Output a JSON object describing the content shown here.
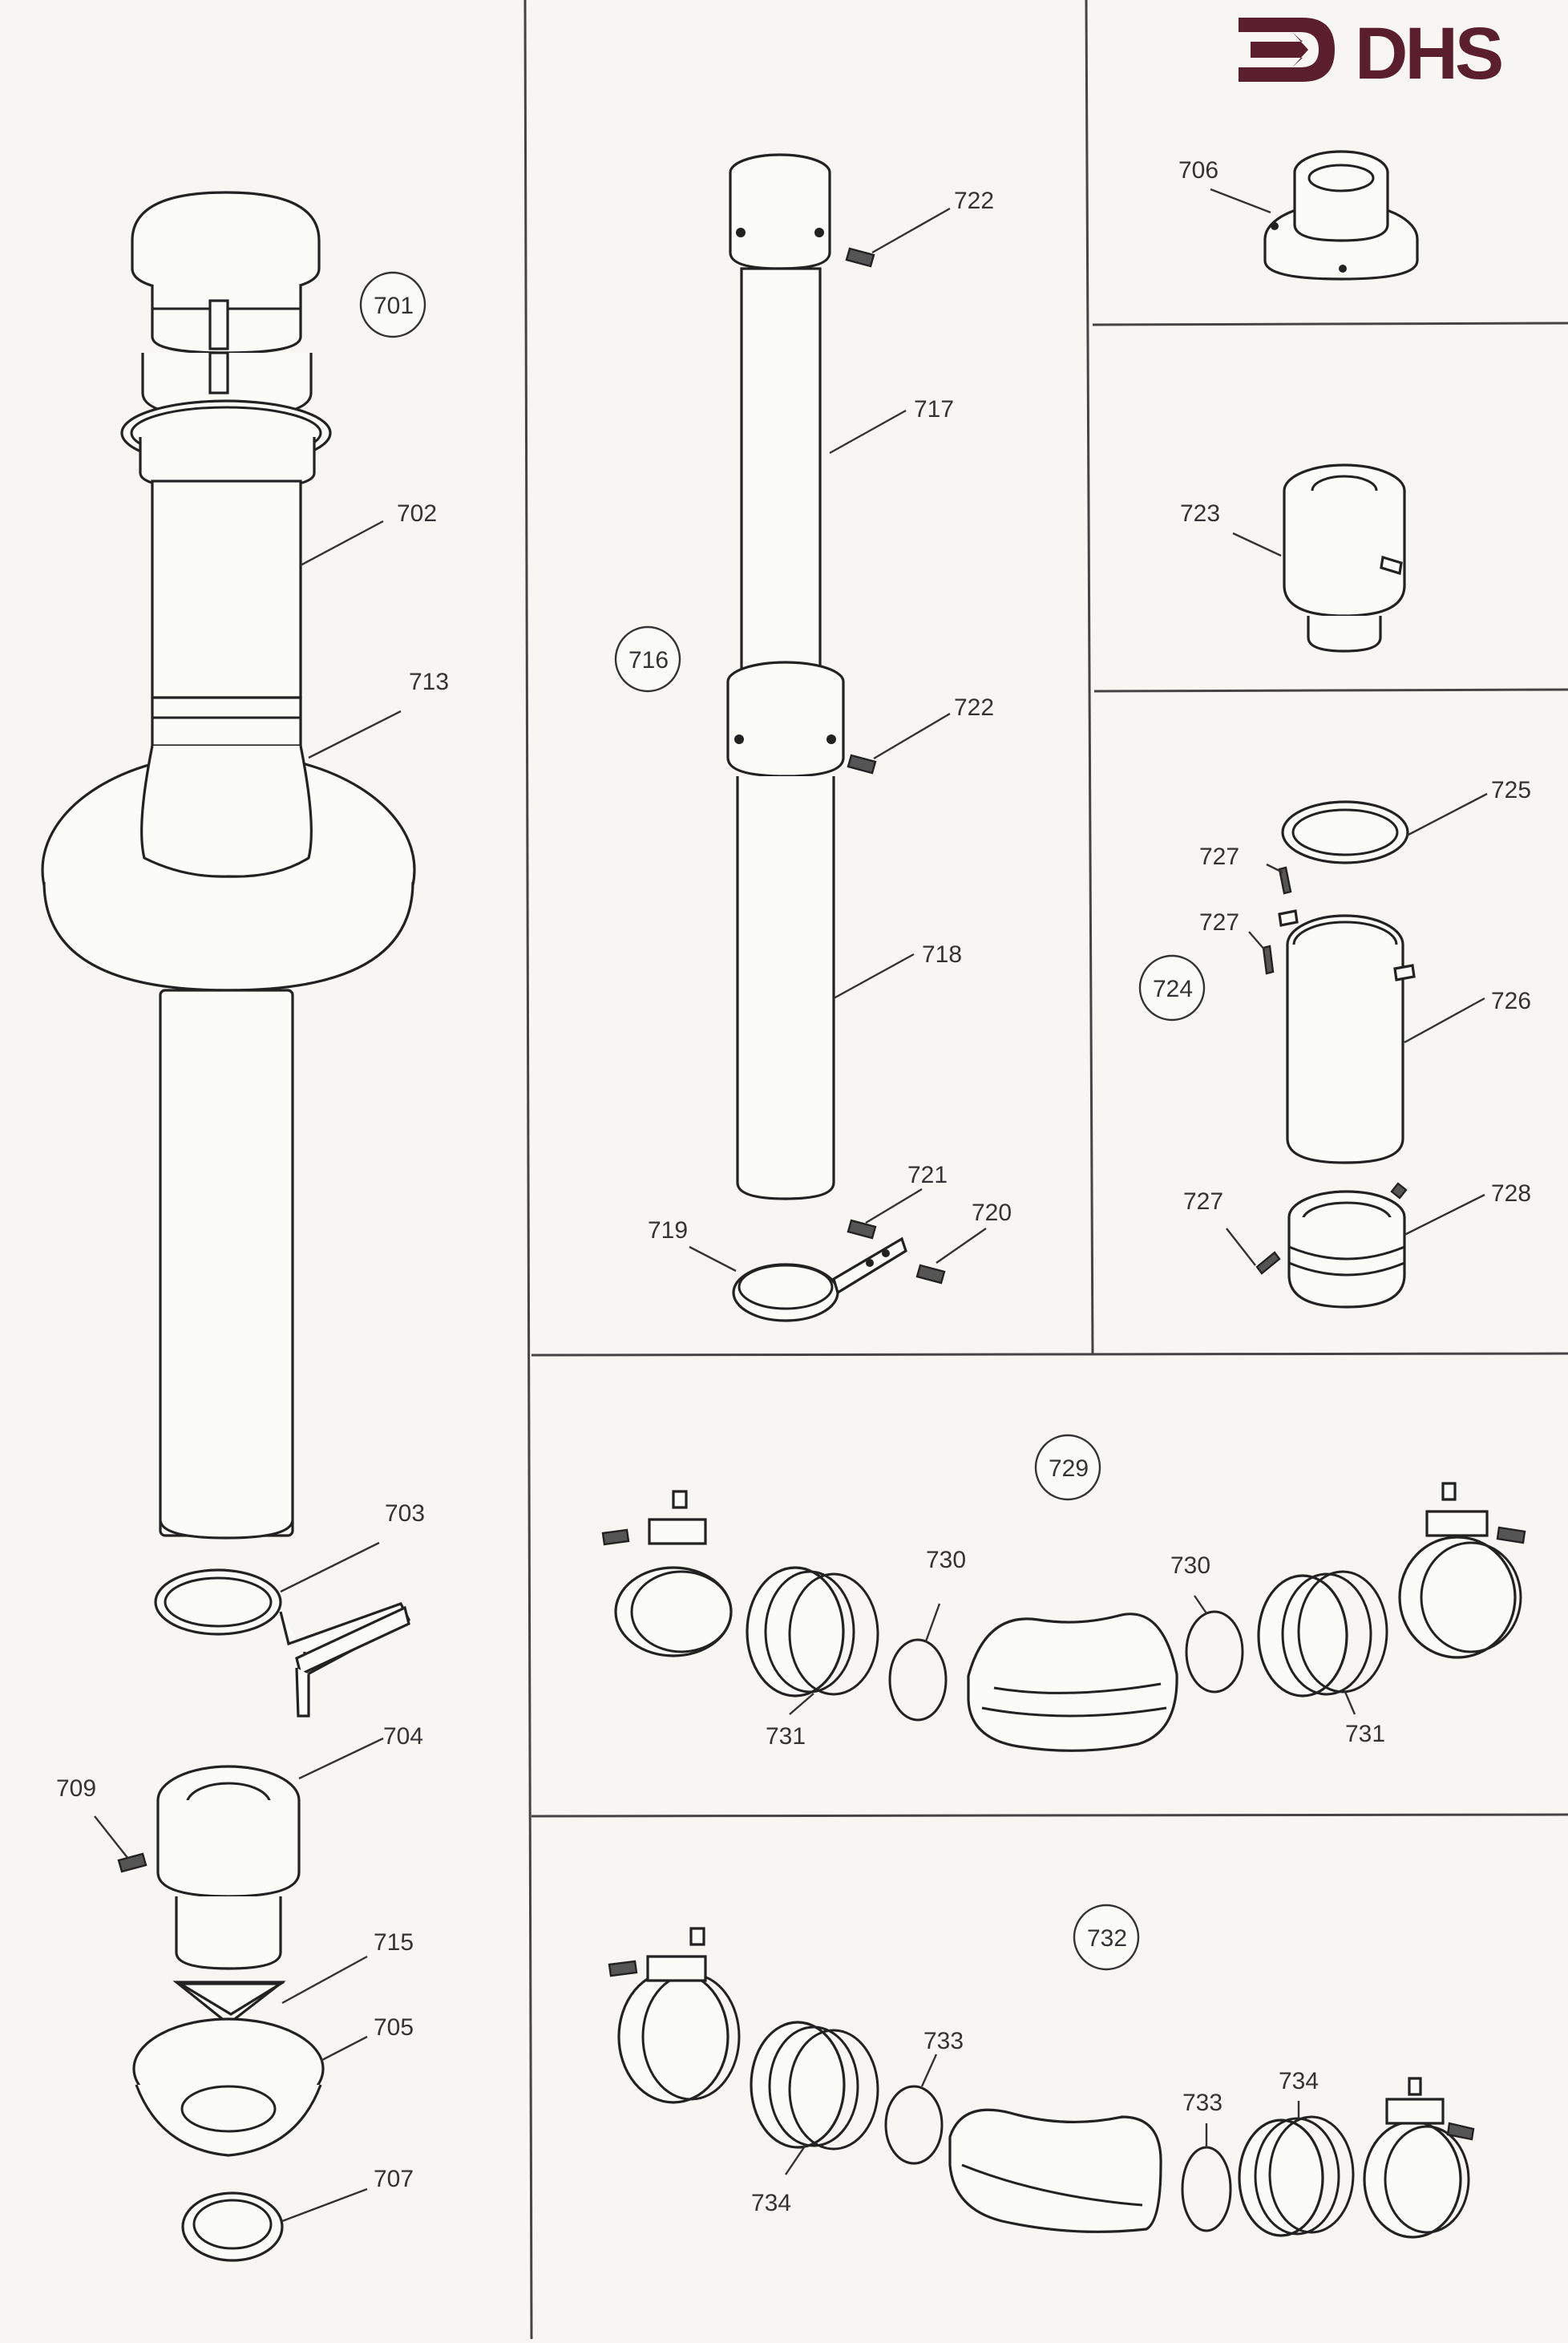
{
  "brand": {
    "logo_text": "DHS",
    "logo_color": "#5a1e2c"
  },
  "labels": {
    "p701": "701",
    "p702": "702",
    "p713": "713",
    "p703": "703",
    "p704": "704",
    "p709": "709",
    "p715": "715",
    "p705": "705",
    "p707": "707",
    "p716": "716",
    "p722a": "722",
    "p717": "717",
    "p722b": "722",
    "p718": "718",
    "p721": "721",
    "p720": "720",
    "p719": "719",
    "p706": "706",
    "p723": "723",
    "p725": "725",
    "p727a": "727",
    "p727b": "727",
    "p724": "724",
    "p726": "726",
    "p727c": "727",
    "p728": "728",
    "p729": "729",
    "p730a": "730",
    "p730b": "730",
    "p731a": "731",
    "p731b": "731",
    "p732": "732",
    "p733a": "733",
    "p733b": "733",
    "p734a": "734",
    "p734b": "734"
  }
}
